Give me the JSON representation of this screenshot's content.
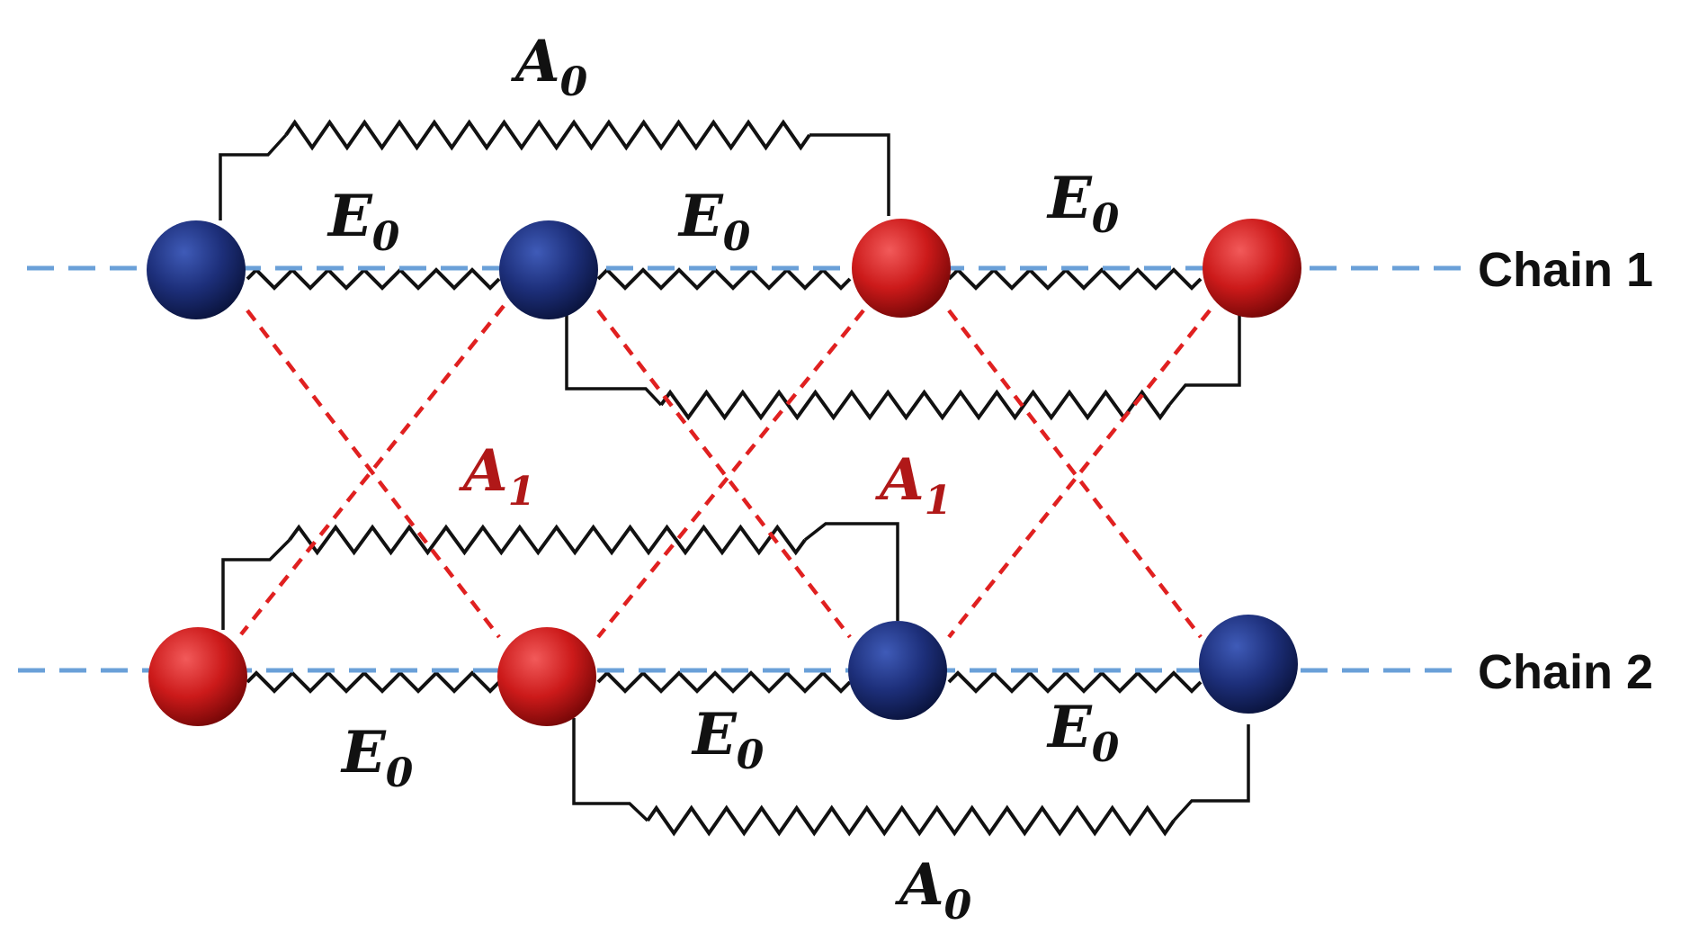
{
  "chains": [
    {
      "label": "Chain 1",
      "beads": [
        "blue",
        "blue",
        "red",
        "red"
      ]
    },
    {
      "label": "Chain 2",
      "beads": [
        "red",
        "red",
        "blue",
        "blue"
      ]
    }
  ],
  "springs": {
    "E": {
      "base": "E",
      "sub": "0"
    },
    "A0": {
      "base": "A",
      "sub": "0"
    },
    "A1": {
      "base": "A",
      "sub": "1"
    }
  },
  "colors": {
    "blue_bead": "#1d2f7a",
    "red_bead": "#cc1a1a",
    "chain_line": "#6aa0d8",
    "interchain": "#e02020",
    "spring": "#111111",
    "a1_label": "#b01818",
    "text": "#111111"
  }
}
